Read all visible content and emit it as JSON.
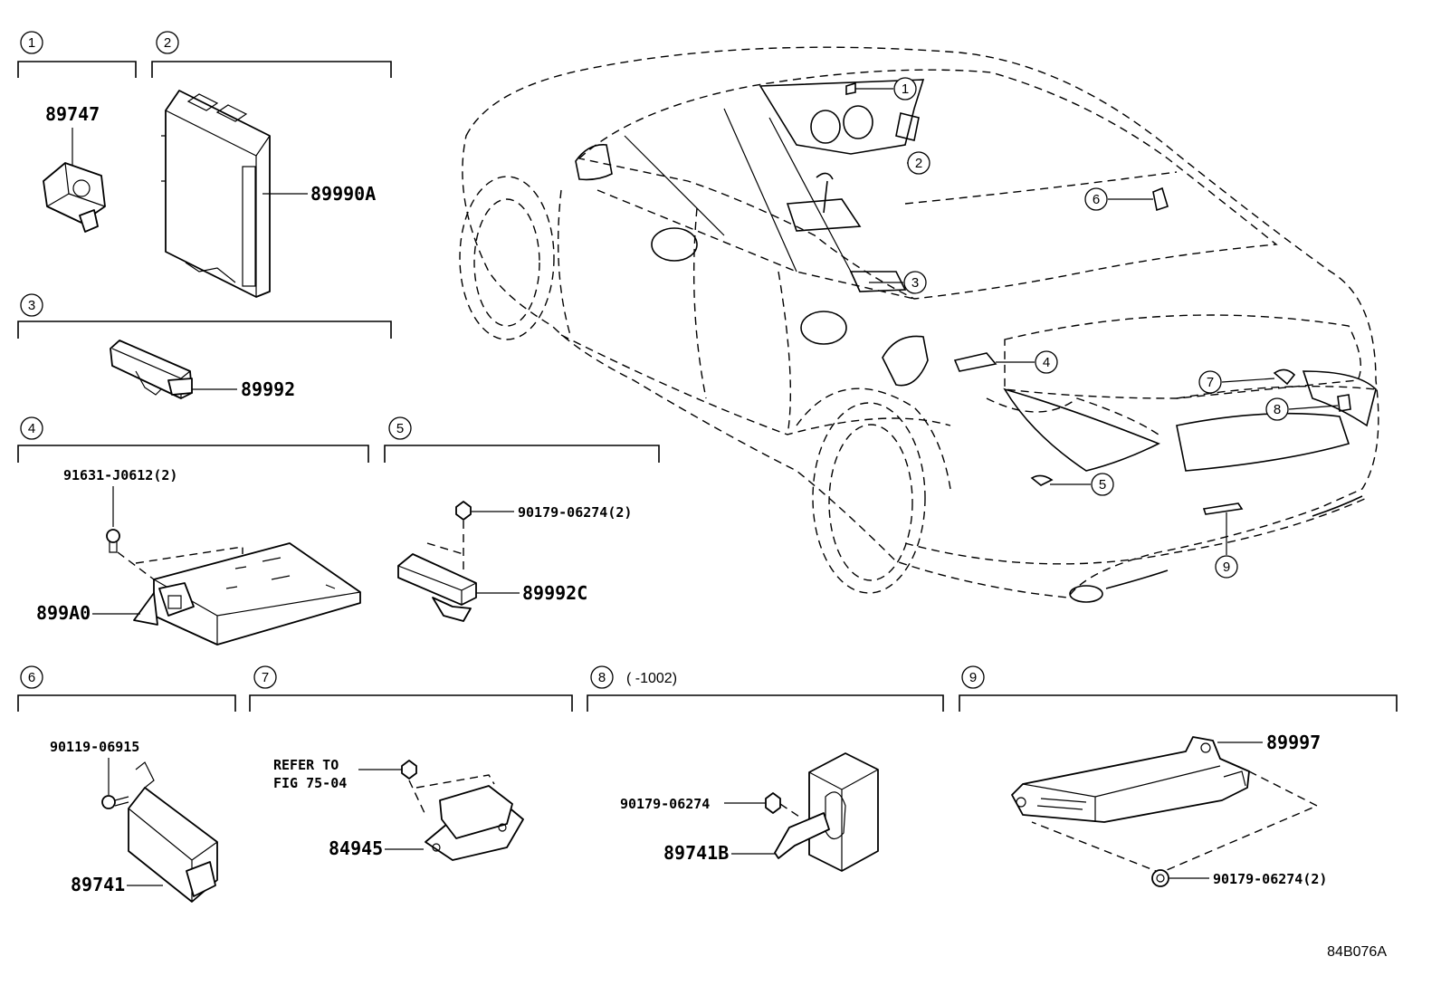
{
  "sections": [
    {
      "number": "1",
      "parts": [
        "89747"
      ]
    },
    {
      "number": "2",
      "parts": [
        "89990A"
      ]
    },
    {
      "number": "3",
      "parts": [
        "89992"
      ]
    },
    {
      "number": "4",
      "parts": [
        "91631-J0612(2)",
        "899A0"
      ]
    },
    {
      "number": "5",
      "parts": [
        "90179-06274(2)",
        "89992C"
      ]
    },
    {
      "number": "6",
      "parts": [
        "90119-06915",
        "89741"
      ]
    },
    {
      "number": "7",
      "parts": [
        "REFER TO",
        "FIG 75-04",
        "84945"
      ]
    },
    {
      "number": "8",
      "note": "(      -1002)",
      "parts": [
        "90179-06274",
        "89741B"
      ]
    },
    {
      "number": "9",
      "parts": [
        "89997",
        "90179-06274(2)"
      ]
    }
  ],
  "car_callouts": [
    "1",
    "2",
    "3",
    "4",
    "5",
    "6",
    "7",
    "8",
    "9"
  ],
  "figure_code": "84B076A"
}
